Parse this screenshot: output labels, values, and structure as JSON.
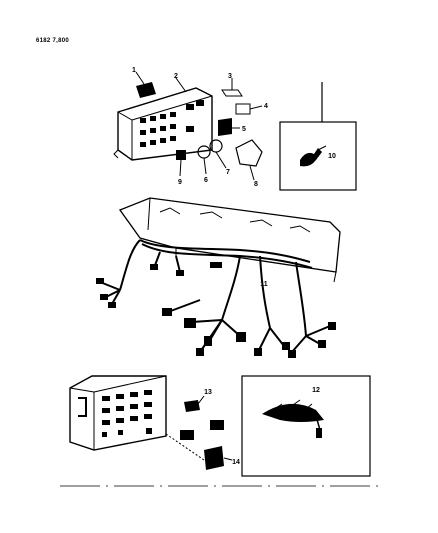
{
  "drawing_code": "6182 7,800",
  "callouts": [
    "1",
    "2",
    "3",
    "4",
    "5",
    "6",
    "7",
    "8",
    "9",
    "10",
    "11",
    "12",
    "13",
    "14"
  ]
}
